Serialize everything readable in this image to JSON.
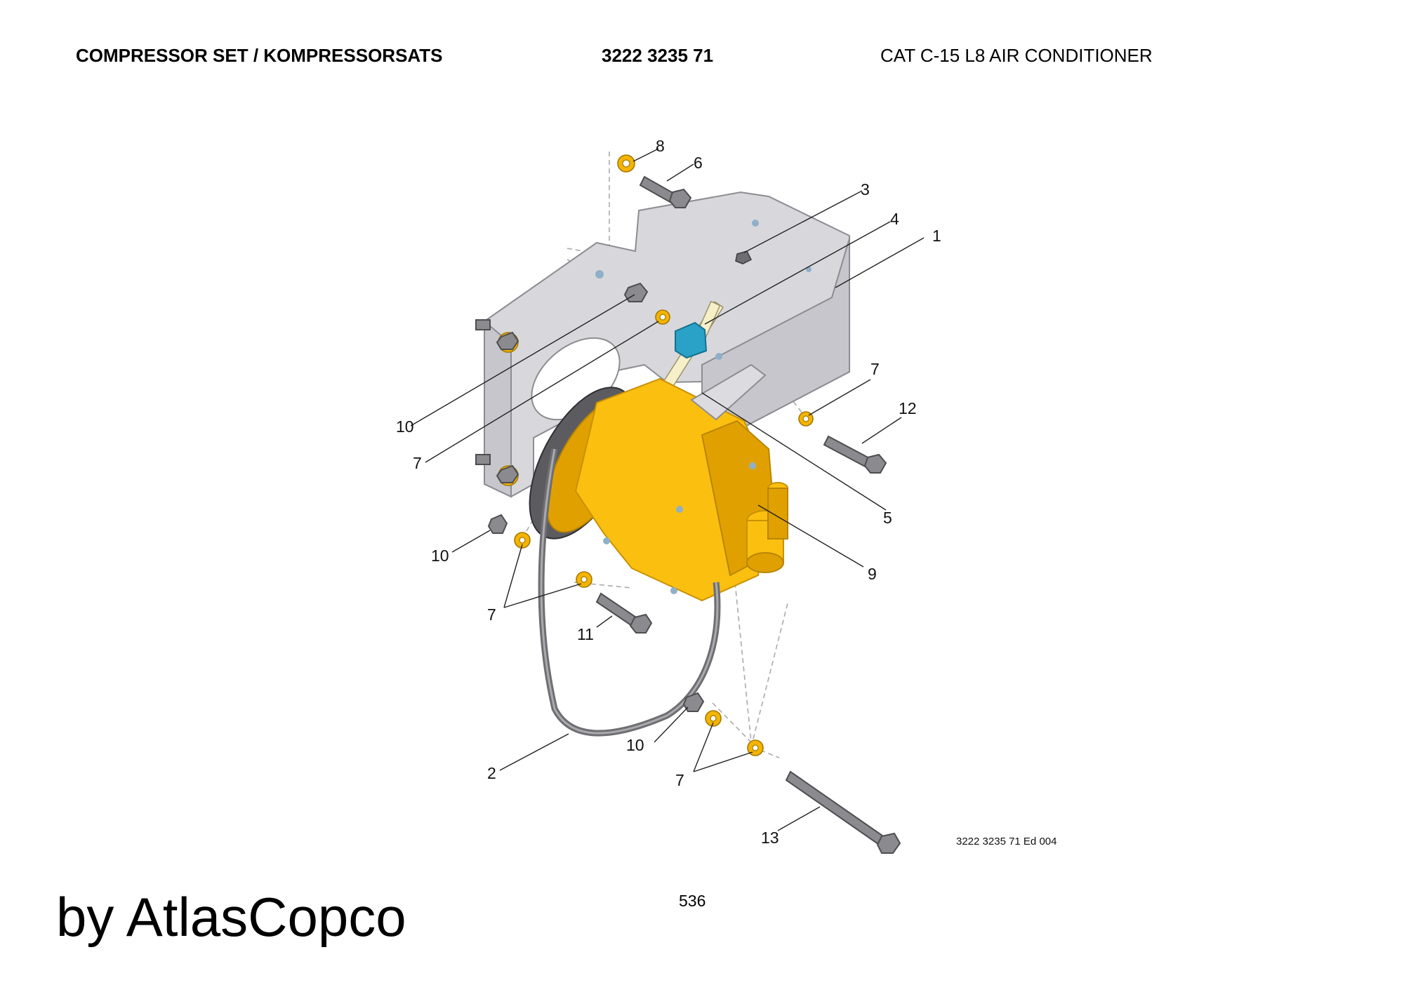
{
  "header": {
    "title_left": "COMPRESSOR SET / KOMPRESSORSATS",
    "part_number": "3222 3235 71",
    "title_right": "CAT C-15 L8 AIR CONDITIONER"
  },
  "diagram": {
    "edition_ref": "3222 3235 71 Ed 004",
    "callouts": [
      "8",
      "6",
      "3",
      "4",
      "1",
      "7",
      "12",
      "10",
      "7",
      "5",
      "9",
      "10",
      "7",
      "11",
      "2",
      "10",
      "7",
      "13"
    ]
  },
  "footer": {
    "page_number": "536",
    "brand": "by AtlasCopco"
  },
  "colors": {
    "compressor": "#fbbf10",
    "bracket": "#d8d8dc",
    "tensioner_clamp": "#2aa1c7",
    "hardware": "#8b8b8f",
    "washer": "#f4b400"
  }
}
